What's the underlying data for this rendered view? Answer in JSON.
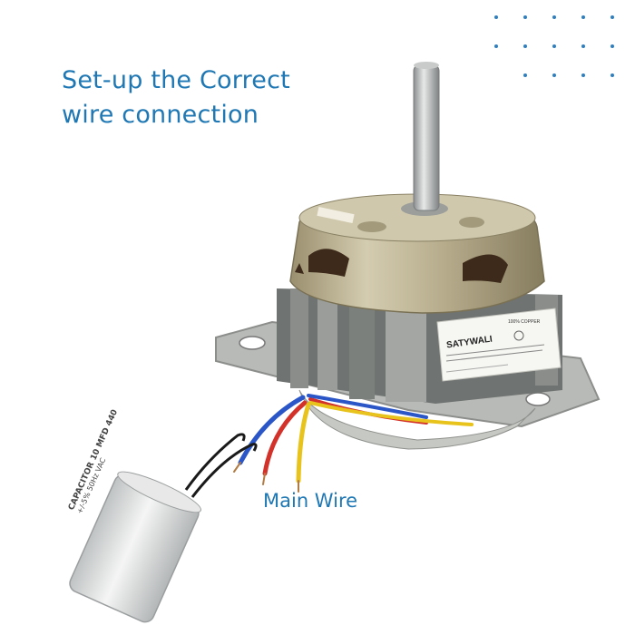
{
  "headline": {
    "line1": "Set-up the Correct",
    "line2": "wire connection"
  },
  "labels": {
    "main_wire": "Main Wire"
  },
  "motor": {
    "brand": "SATYWALI",
    "spec_badge": "100% COPPER"
  },
  "capacitor": {
    "line1": "CAPACITOR 10 MFD  440",
    "line2": "+/-5%  50Hz   VAC"
  },
  "colors": {
    "accent": "#1f78b4",
    "wire_red": "#d3322b",
    "wire_blue": "#2a56c8",
    "wire_yellow": "#e8c31b",
    "wire_black": "#1a1a1a"
  }
}
